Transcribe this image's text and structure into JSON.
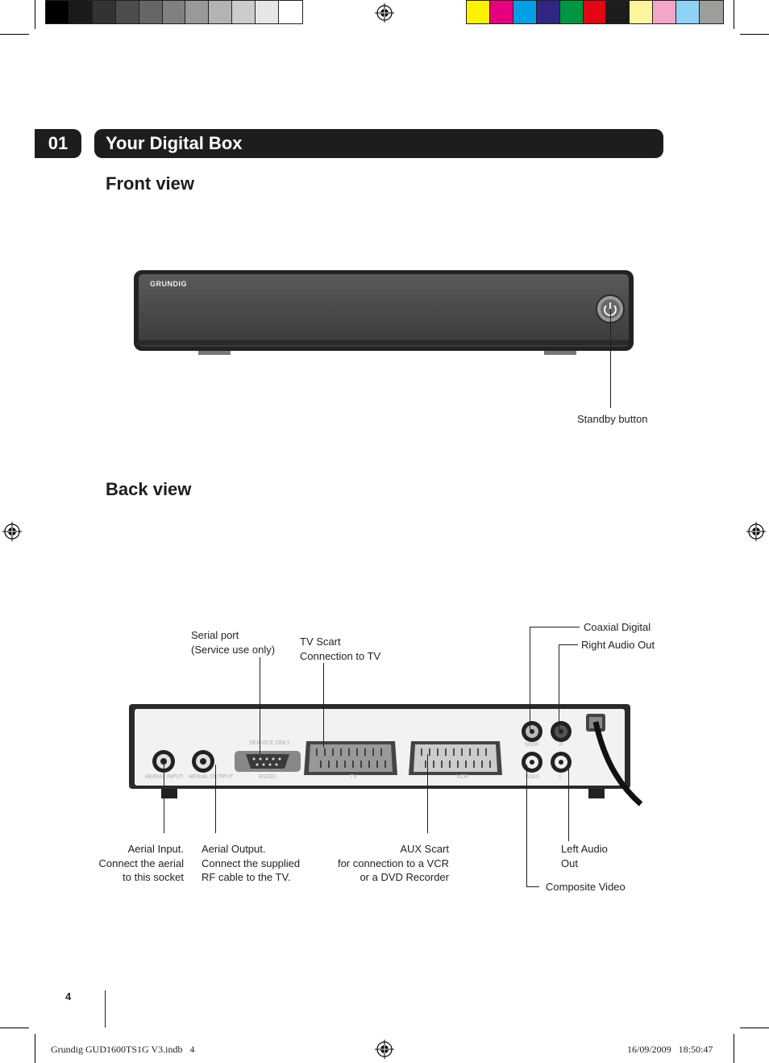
{
  "header": {
    "chapter_number": "01",
    "chapter_title": "Your Digital Box"
  },
  "front": {
    "heading": "Front view",
    "brand": "GRUNDIG",
    "callouts": {
      "standby": "Standby button"
    }
  },
  "back": {
    "heading": "Back view",
    "panel_labels": {
      "aerial_input": "AERIAL INPUT",
      "aerial_output": "AERIAL OUTPUT",
      "service_only": "SERVICE ONLY",
      "rs232": "RS232",
      "tv": "TV",
      "vcr": "VCR",
      "spdif": "SPDIF",
      "video": "VIDEO",
      "r": "R",
      "l": "L"
    },
    "callouts": {
      "serial_line1": "Serial port",
      "serial_line2": "(Service use only)",
      "tvscart_line1": "TV Scart",
      "tvscart_line2": "Connection to TV",
      "coaxial": "Coaxial Digital",
      "right_audio": "Right Audio Out",
      "aerial_in_line1": "Aerial Input.",
      "aerial_in_line2": "Connect the aerial",
      "aerial_in_line3": "to this socket",
      "aerial_out_line1": "Aerial Output.",
      "aerial_out_line2": "Connect the supplied",
      "aerial_out_line3": "RF cable to the TV.",
      "aux_line1": "AUX Scart",
      "aux_line2": "for connection to a VCR",
      "aux_line3": "or a DVD Recorder",
      "left_audio_line1": "Left Audio",
      "left_audio_line2": "Out",
      "composite": "Composite Video"
    }
  },
  "footer": {
    "page_number": "4",
    "file": "Grundig GUD1600TS1G V3.indb   4",
    "timestamp": "16/09/2009   18:50:47"
  },
  "print_marks": {
    "grey_swatches": [
      "#000000",
      "#1a1a1a",
      "#333333",
      "#4d4d4d",
      "#666666",
      "#808080",
      "#999999",
      "#b3b3b3",
      "#cccccc",
      "#e6e6e6",
      "#ffffff"
    ],
    "color_swatches": [
      "#fff200",
      "#e6007e",
      "#009fe3",
      "#312783",
      "#009640",
      "#e30613",
      "#1d1d1b",
      "#fff59d",
      "#f4a6c8",
      "#8fd3f4",
      "#9d9d9c"
    ]
  }
}
